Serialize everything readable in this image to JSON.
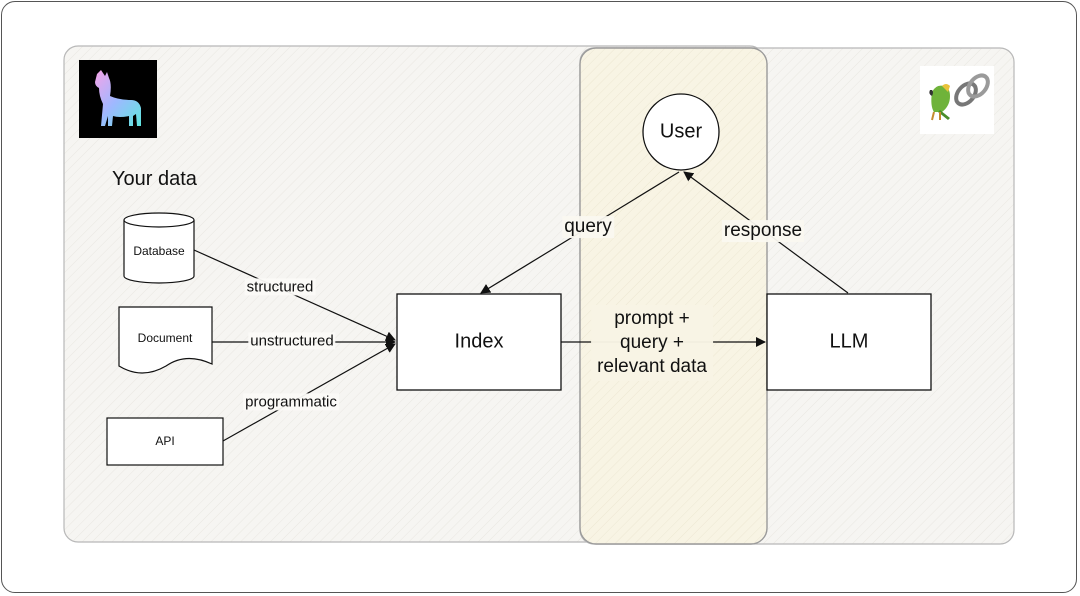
{
  "diagram": {
    "your_data_title": "Your data",
    "sources": {
      "database": "Database",
      "document": "Document",
      "api": "API"
    },
    "edges": {
      "structured": "structured",
      "unstructured": "unstructured",
      "programmatic": "programmatic",
      "query": "query",
      "response": "response",
      "prompt_line1": "prompt +",
      "prompt_line2": "query +",
      "prompt_line3": "relevant data"
    },
    "nodes": {
      "index": "Index",
      "llm": "LLM",
      "user": "User"
    },
    "logos": {
      "left": "llamaindex-llama-logo",
      "right": "langchain-parrot-chain-logo"
    },
    "colors": {
      "panel_fill": "#f6f5f2",
      "highlight_fill": "#f8f4e4",
      "highlight_stroke": "#9a9a9a",
      "stroke": "#111111"
    }
  }
}
